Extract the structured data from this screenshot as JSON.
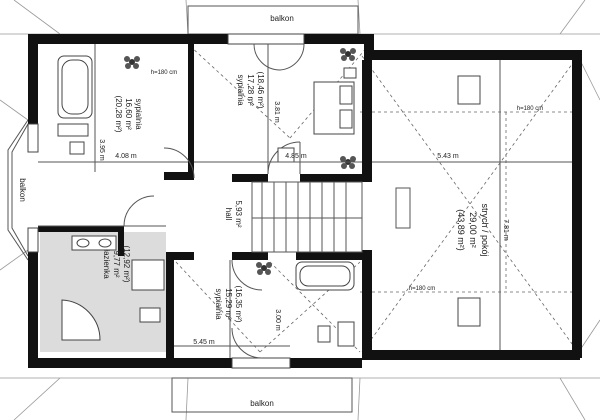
{
  "balconies": {
    "top": "balkon",
    "bottom": "balkon",
    "left": "balkon"
  },
  "rooms": {
    "bedroom1": {
      "name": "sypialnia",
      "area": "16,60 m²",
      "area_total": "(20,28 m²)",
      "dim_w": "4.08 m",
      "dim_h": "3.95 m",
      "h_line": "h=180 cm"
    },
    "bedroom2": {
      "name": "sypialnia",
      "area": "17,28 m²",
      "area_total": "(18,46 m²)",
      "dim_w": "4.85 m",
      "dim_h": "3.81 m"
    },
    "hall": {
      "name": "hall",
      "area": "5,93 m²"
    },
    "attic": {
      "name": "strych / pokój",
      "area": "29,00 m²",
      "area_total": "(43,89 m²)",
      "dim_w": "5.43 m",
      "dim_h": "7.81 m",
      "h_top": "h=180 cm",
      "h_bottom": "h=180 cm"
    },
    "bathroom": {
      "name": "łazienka",
      "area": "9,77 m²",
      "area_total": "(12,92 m²)"
    },
    "bedroom3": {
      "name": "sypialnia",
      "area": "15,29 m²",
      "area_total": "(16,35 m²)",
      "dim_w": "5.45 m",
      "dim_h": "3.00 m"
    }
  },
  "icons": [
    "plant-icon",
    "plant-icon",
    "plant-icon",
    "plant-icon"
  ]
}
